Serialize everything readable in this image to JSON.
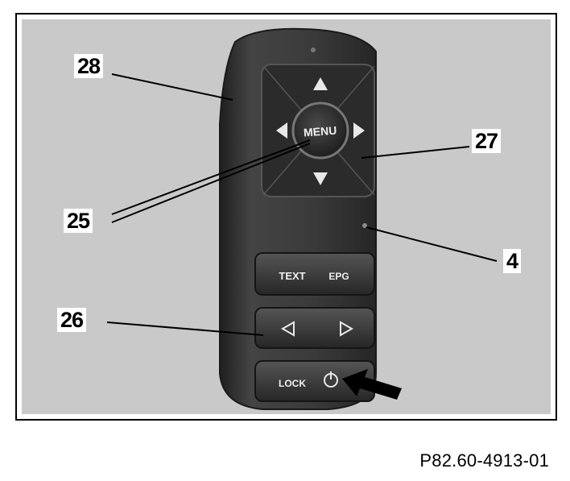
{
  "figure": {
    "reference": "P82.60-4913-01",
    "callouts": [
      {
        "id": "28",
        "label": "28"
      },
      {
        "id": "27",
        "label": "27"
      },
      {
        "id": "25",
        "label": "25"
      },
      {
        "id": "4",
        "label": "4"
      },
      {
        "id": "26",
        "label": "26"
      }
    ]
  },
  "remote": {
    "menu_label": "MENU",
    "text_label": "TEXT",
    "epg_label": "EPG",
    "lock_label": "LOCK"
  },
  "colors": {
    "background": "#c9c9c9",
    "device_body": "#3a3a3a",
    "button_face": "#2f2f2f",
    "line": "#000000"
  },
  "icons": [
    "up-arrow-icon",
    "down-arrow-icon",
    "left-arrow-icon",
    "right-arrow-icon",
    "power-icon",
    "pointer-arrow-icon"
  ]
}
